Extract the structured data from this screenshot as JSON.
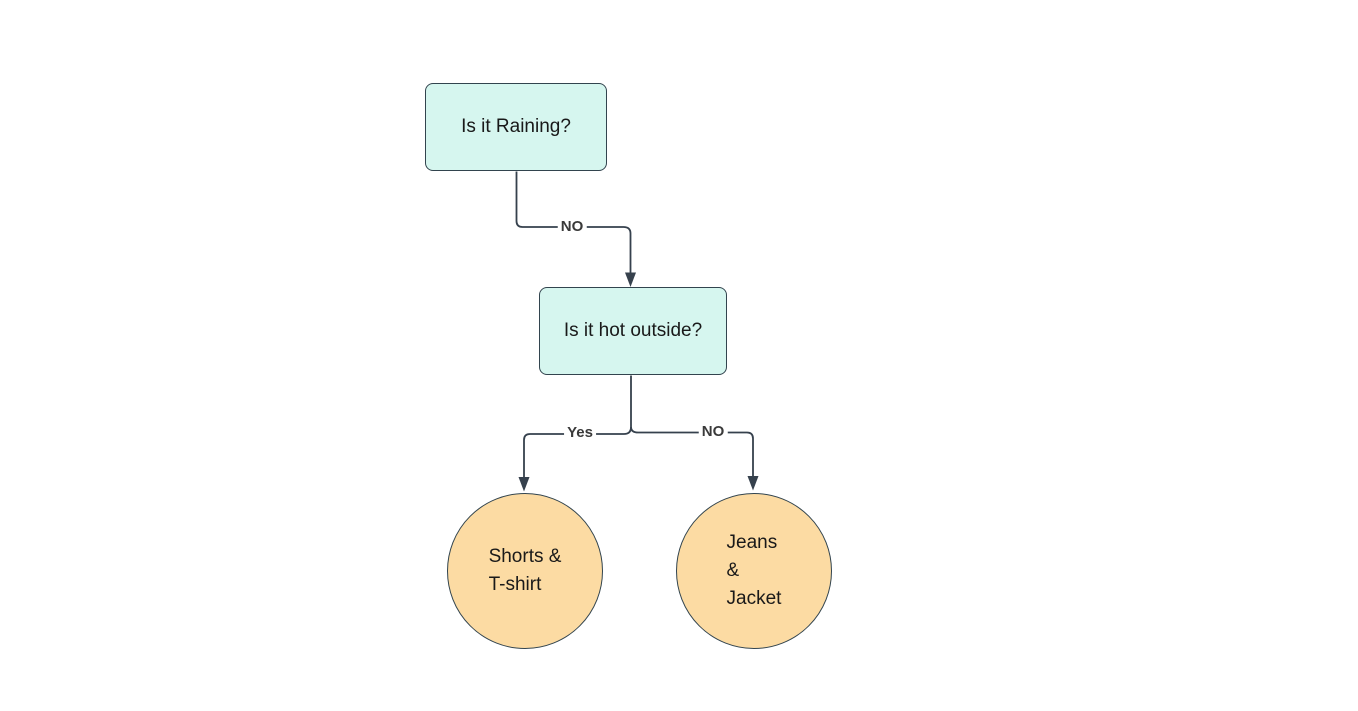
{
  "diagram": {
    "type": "flowchart-decision-tree",
    "decision1": {
      "label": "Is it Raining?"
    },
    "decision2": {
      "label": "Is it hot outside?"
    },
    "outcome_left": {
      "lines": [
        "Shorts &",
        "T-shirt"
      ]
    },
    "outcome_right": {
      "lines": [
        "Jeans",
        "&",
        "Jacket"
      ]
    },
    "edge_no1": {
      "label": "NO"
    },
    "edge_yes": {
      "label": "Yes"
    },
    "edge_no2": {
      "label": "NO"
    }
  },
  "colors": {
    "decision_fill": "#d6f6ef",
    "outcome_fill": "#fcdba3",
    "node_stroke": "#32444e",
    "line": "#36414d",
    "edge_label_text": "#3a3a3a",
    "node_text": "#191919",
    "canvas_bg": "#ffffff"
  }
}
